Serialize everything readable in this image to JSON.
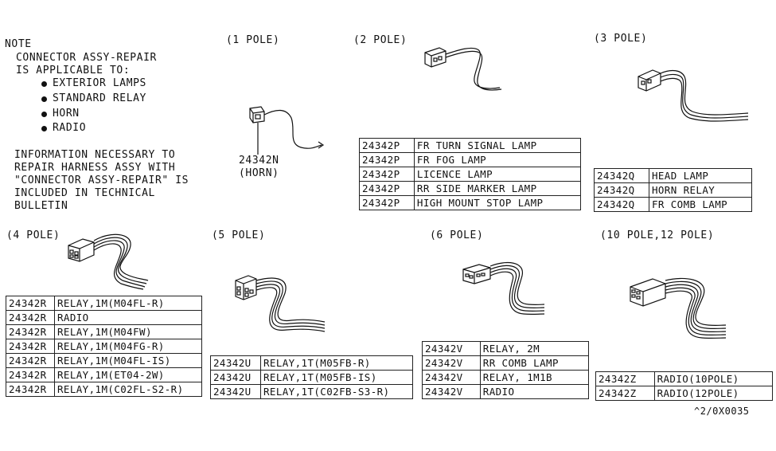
{
  "note": {
    "heading": "NOTE",
    "line1": "CONNECTOR ASSY-REPAIR",
    "line2": "IS APPLICABLE TO:",
    "items": [
      "EXTERIOR LAMPS",
      "STANDARD RELAY",
      "HORN",
      "RADIO"
    ],
    "info": [
      "INFORMATION NECESSARY TO",
      "REPAIR HARNESS ASSY WITH",
      "\"CONNECTOR ASSY-REPAIR\" IS",
      "INCLUDED IN TECHNICAL",
      "BULLETIN"
    ]
  },
  "groups": {
    "pole1": {
      "title": "(1 POLE)",
      "part": "24342N",
      "desc": "(HORN)"
    },
    "pole2": {
      "title": "(2 POLE)",
      "rows": [
        [
          "24342P",
          "FR TURN  SIGNAL LAMP"
        ],
        [
          "24342P",
          "FR FOG LAMP"
        ],
        [
          "24342P",
          "LICENCE LAMP"
        ],
        [
          "24342P",
          "RR SIDE MARKER LAMP"
        ],
        [
          "24342P",
          "HIGH MOUNT STOP LAMP"
        ]
      ]
    },
    "pole3": {
      "title": "(3 POLE)",
      "rows": [
        [
          "24342Q",
          "HEAD LAMP"
        ],
        [
          "24342Q",
          "HORN RELAY"
        ],
        [
          "24342Q",
          "FR COMB LAMP"
        ]
      ]
    },
    "pole4": {
      "title": "(4 POLE)",
      "rows": [
        [
          "24342R",
          "RELAY,1M(M04FL-R)"
        ],
        [
          "24342R",
          "RADIO"
        ],
        [
          "24342R",
          "RELAY,1M(M04FW)"
        ],
        [
          "24342R",
          "RELAY,1M(M04FG-R)"
        ],
        [
          "24342R",
          "RELAY,1M(M04FL-IS)"
        ],
        [
          "24342R",
          "RELAY,1M(ET04-2W)"
        ],
        [
          "24342R",
          "RELAY,1M(C02FL-S2-R)"
        ]
      ]
    },
    "pole5": {
      "title": "(5 POLE)",
      "rows": [
        [
          "24342U",
          "RELAY,1T(M05FB-R)"
        ],
        [
          "24342U",
          "RELAY,1T(M05FB-IS)"
        ],
        [
          "24342U",
          "RELAY,1T(C02FB-S3-R)"
        ]
      ]
    },
    "pole6": {
      "title": "(6 POLE)",
      "rows": [
        [
          "24342V",
          "RELAY, 2M"
        ],
        [
          "24342V",
          "RR  COMB LAMP"
        ],
        [
          "24342V",
          "RELAY, 1M1B"
        ],
        [
          "24342V",
          "RADIO"
        ]
      ]
    },
    "pole10": {
      "title": "(10 POLE,12 POLE)",
      "rows": [
        [
          "24342Z",
          "RADIO(10POLE)"
        ],
        [
          "24342Z",
          "RADIO(12POLE)"
        ]
      ]
    }
  },
  "figure_code": "^2/0X0035"
}
